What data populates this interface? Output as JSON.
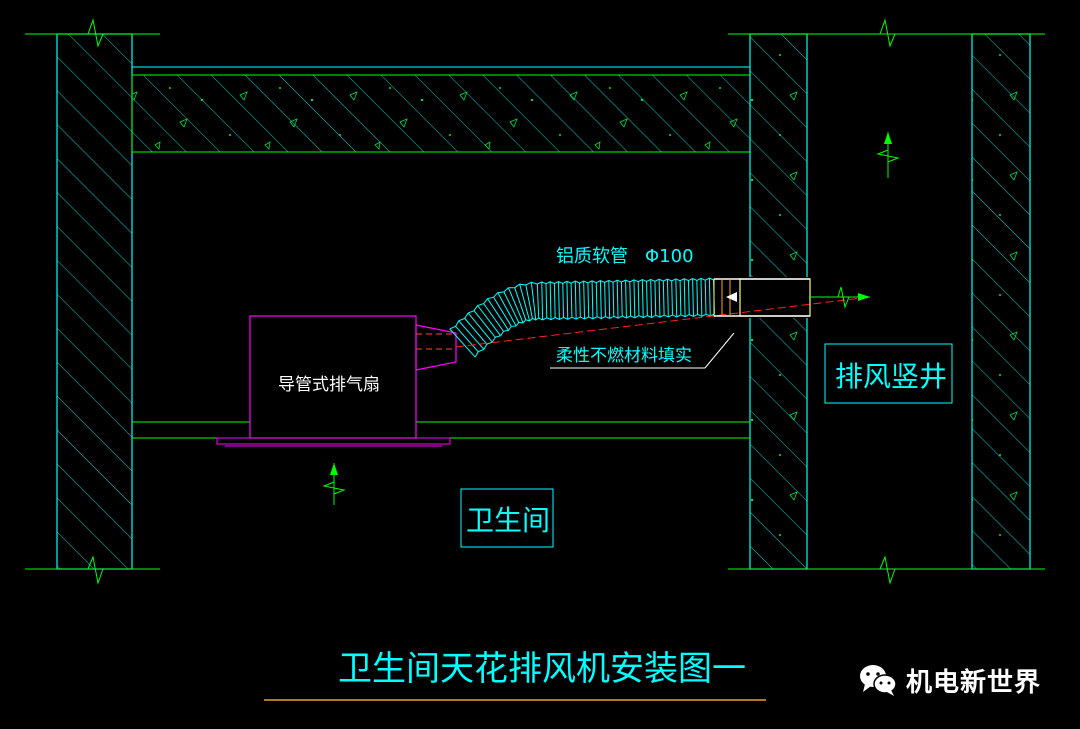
{
  "drawing": {
    "labels": {
      "flex_duct": "铝质软管",
      "duct_size": "Φ100",
      "fill_note": "柔性不燃材料填实",
      "fan": "导管式排气扇",
      "shaft": "排风竖井",
      "room": "卫生间",
      "title": "卫生间天花排风机安装图一"
    },
    "colors": {
      "background": "#000000",
      "wall": "#00ffff",
      "floor_line": "#00ff00",
      "fan": "#ff00ff",
      "duct": "#00ffff",
      "centerline": "#ff0000",
      "leader": "#ffffff",
      "title_underline": "#b07a20",
      "sleeve": "#ffff66"
    }
  },
  "watermark": {
    "icon": "wechat-icon",
    "text": "机电新世界"
  }
}
